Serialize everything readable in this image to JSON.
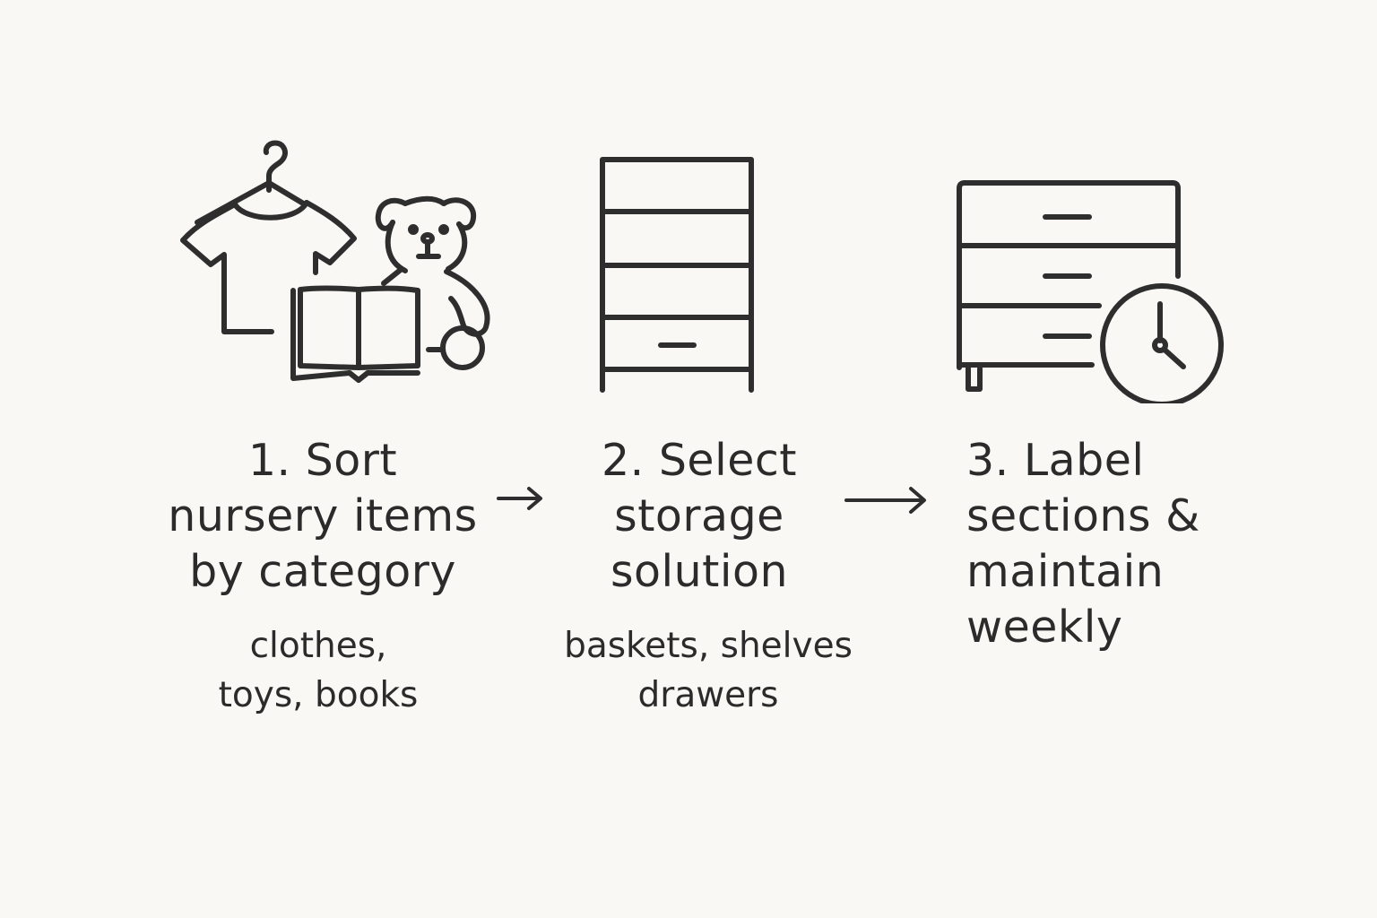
{
  "diagram": {
    "type": "process-flow",
    "background": "#faf8f4",
    "stroke_color": "#2e2e2e",
    "steps": [
      {
        "number": "1",
        "title": "1. Sort\nnursery items\nby category",
        "subtitle": "clothes,\ntoys, books",
        "icons": [
          "shirt-on-hanger-icon",
          "teddy-bear-icon",
          "open-book-icon"
        ]
      },
      {
        "number": "2",
        "title": "2. Select\nstorage\nsolution",
        "subtitle": "baskets, shelves\ndrawers",
        "icons": [
          "shelving-unit-icon"
        ]
      },
      {
        "number": "3",
        "title": "3. Label\nsections &\nmaintain\nweekly",
        "subtitle": "",
        "icons": [
          "dresser-icon",
          "clock-icon"
        ]
      }
    ],
    "connectors": [
      {
        "from": "1",
        "to": "2",
        "icon": "arrow-right-icon"
      },
      {
        "from": "2",
        "to": "3",
        "icon": "arrow-right-icon"
      }
    ]
  }
}
